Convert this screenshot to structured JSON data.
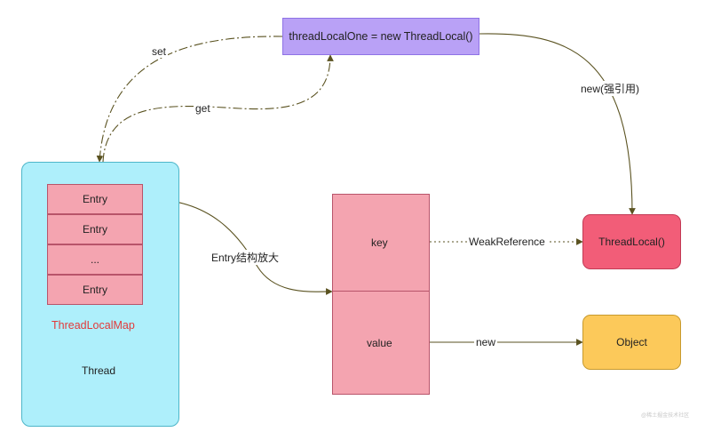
{
  "thread_local_variable": "threadLocalOne = new ThreadLocal()",
  "edge_labels": {
    "set": "set",
    "get": "get",
    "strong_ref": "new(强引用)",
    "entry_zoom": "Entry结构放大",
    "weak_ref": "WeakReference",
    "new": "new"
  },
  "thread": {
    "entries": [
      "Entry",
      "Entry",
      "...",
      "Entry"
    ],
    "map_label": "ThreadLocalMap",
    "label": "Thread"
  },
  "entry_structure": {
    "key": "key",
    "value": "value"
  },
  "thread_local_instance": "ThreadLocal()",
  "object": "Object",
  "watermark": "@稀土掘金技术社区",
  "colors": {
    "thread": "#aeeffb",
    "entry": "#f4a4b0",
    "thread_local_variable": "#b9a1f6",
    "thread_local_instance": "#f25d78",
    "object": "#fcc95a",
    "map_label": "#e23a3a",
    "arrow": "#5a5220"
  }
}
